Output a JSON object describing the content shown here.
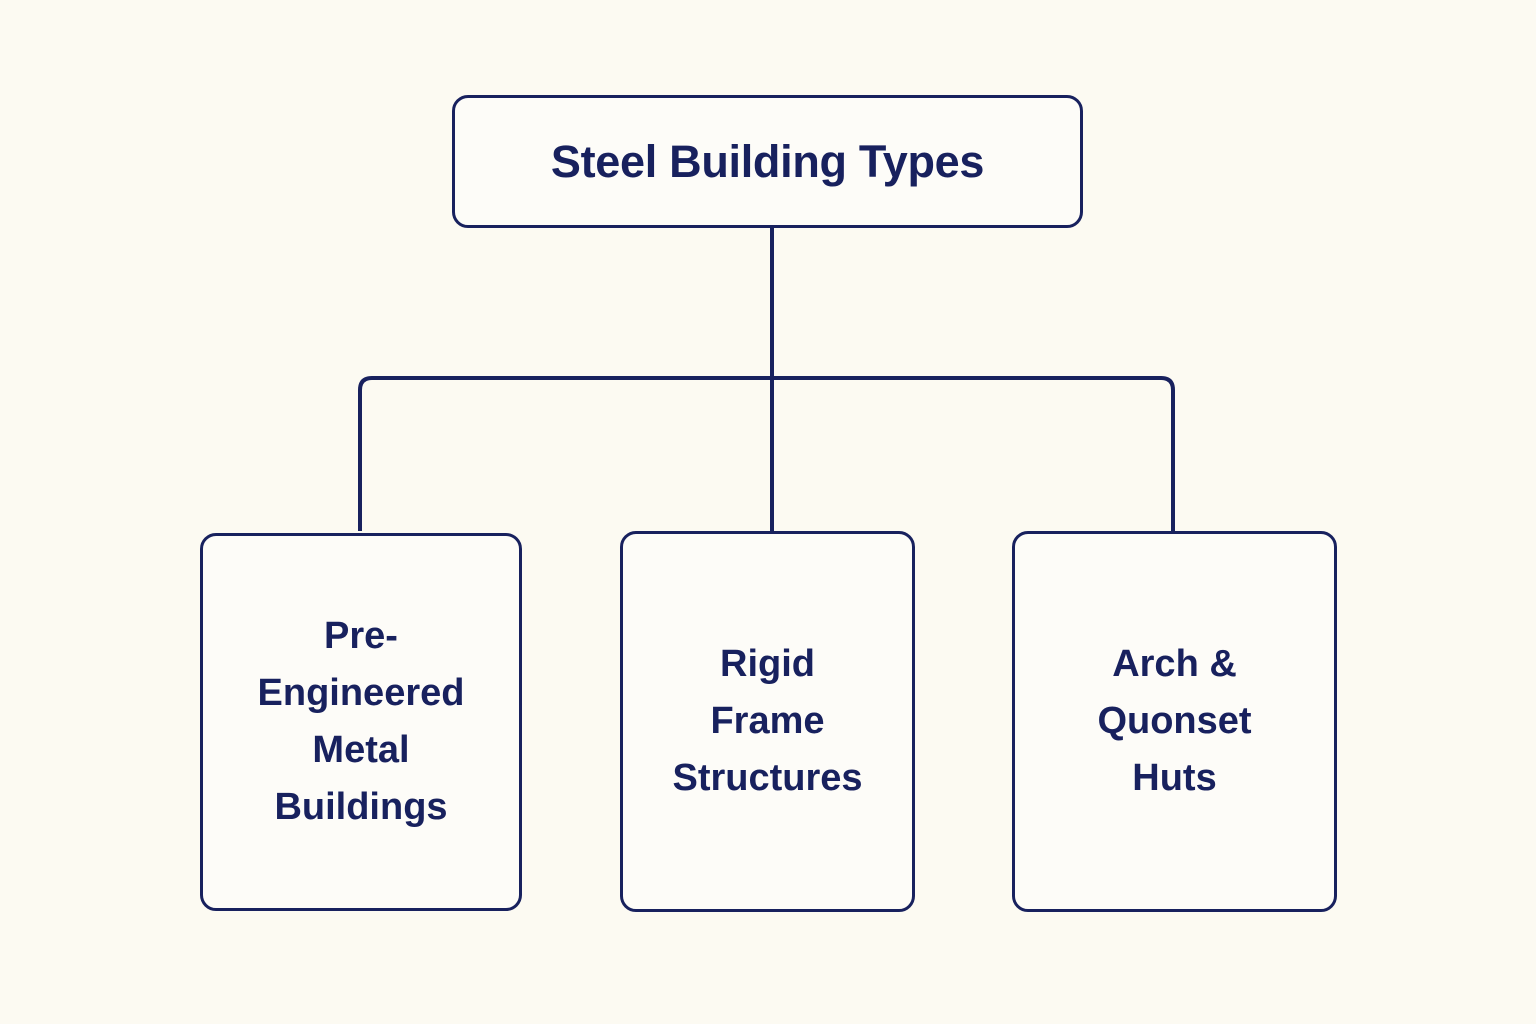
{
  "diagram": {
    "type": "hierarchy-tree",
    "background_color": "#fcfaf2",
    "node_fill_color": "#fdfcf8",
    "stroke_color": "#18215e",
    "text_color": "#18215e",
    "root": {
      "label": "Steel Building Types"
    },
    "children": [
      {
        "label": "Pre-\nEngineered\nMetal\nBuildings"
      },
      {
        "label": "Rigid\nFrame\nStructures"
      },
      {
        "label": "Arch &\nQuonset\nHuts"
      }
    ]
  }
}
